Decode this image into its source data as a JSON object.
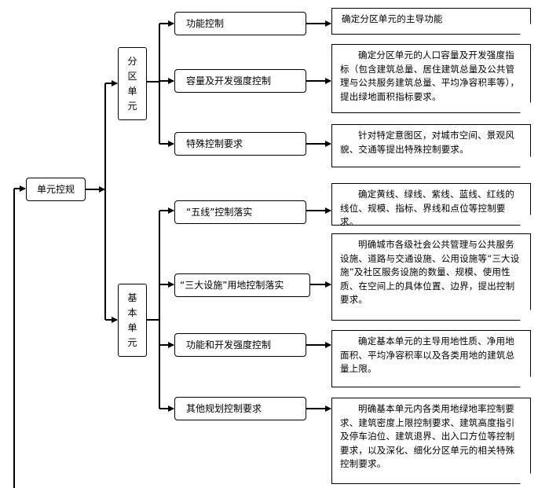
{
  "root": {
    "label": "单元控规"
  },
  "groups": [
    {
      "chars": [
        "分",
        "区",
        "单",
        "元"
      ],
      "items": [
        {
          "label": "功能控制",
          "note": "确定分区单元的主导功能"
        },
        {
          "label": "容量及开发强度控制",
          "note": "确定分区单元的人口容量及开发强度指标（包含建筑总量、居住建筑总量及公共管理与公共服务建筑总量、平均净容积率等），提出绿地面积指标要求。"
        },
        {
          "label": "特殊控制要求",
          "note": "针对特定意图区，对城市空间、景观风貌、交通等提出特殊控制要求。"
        }
      ]
    },
    {
      "chars": [
        "基",
        "本",
        "单",
        "元"
      ],
      "items": [
        {
          "label": "“五线”控制落实",
          "note": "确定黄线、绿线、紫线、蓝线、红线的线位、规模、指标、界线和点位等控制要求。"
        },
        {
          "label": "“三大设施”用地控制落实",
          "note": "明确城市各级社会公共管理与公共服务设施、道路与交通设施、公用设施等“三大设施”及社区服务设施的数量、规模、使用性质、在空间上的具体位置、边界，提出控制要求。"
        },
        {
          "label": "功能和开发强度控制",
          "note": "确定基本单元的主导用地性质、净用地面积、平均净容积率以及各类用地的建筑总量上限。"
        },
        {
          "label": "其他规划控制要求",
          "note": "明确基本单元内各类用地绿地率控制要求、建筑密度上限控制要求、建筑高度指引及停车泊位、建筑退界、出入口方位等控制要求，以及深化、细化分区单元的相关特殊控制要求。"
        }
      ]
    }
  ]
}
